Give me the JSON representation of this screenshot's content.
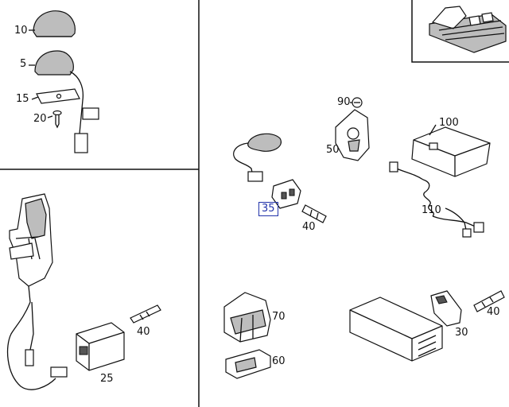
{
  "labels": {
    "p10": "10",
    "p5": "5",
    "p15": "15",
    "p20": "20",
    "p25": "25",
    "p40a": "40",
    "p90": "90",
    "p50": "50",
    "p100": "100",
    "p35": "35",
    "p40b": "40",
    "p110": "110",
    "p70": "70",
    "p60": "60",
    "p30": "30",
    "p40c": "40"
  },
  "colors": {
    "line": "#111111",
    "highlight": "#2233aa"
  }
}
